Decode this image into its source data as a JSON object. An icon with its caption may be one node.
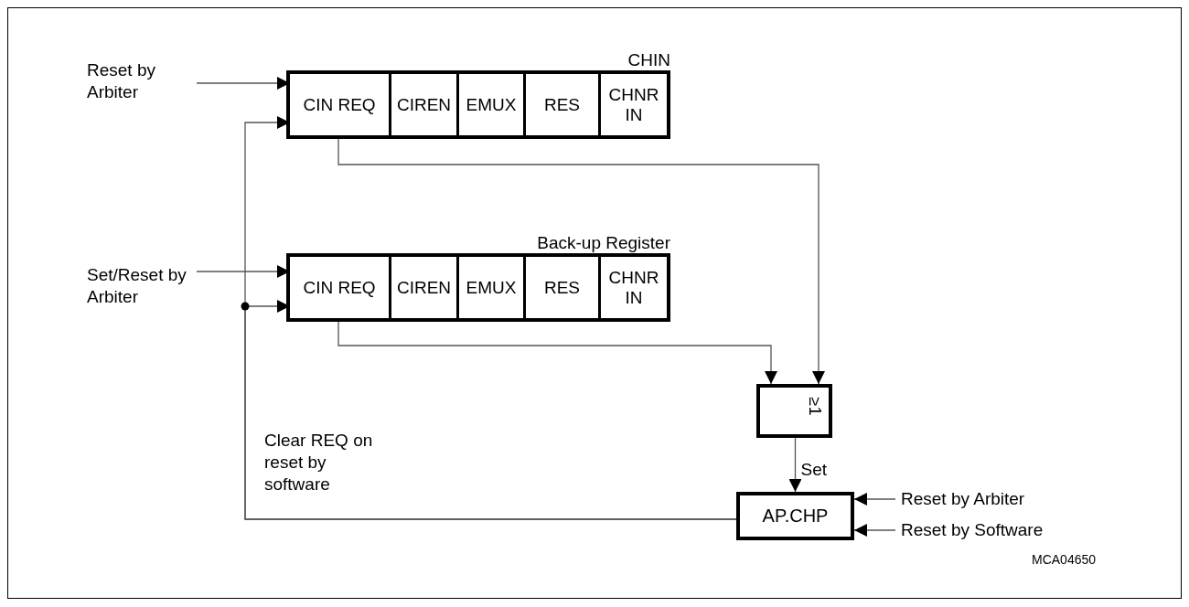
{
  "diagram": {
    "nodes": [
      {
        "text": [
          "CHIN"
        ]
      },
      {
        "text": [
          "CIN REQ"
        ],
        "in": 0
      },
      {
        "text": [
          "CIREN"
        ],
        "in": 0
      },
      {
        "text": [
          "EMUX"
        ],
        "in": 0
      },
      {
        "text": [
          "RES"
        ],
        "in": 0
      },
      {
        "text": [
          "CHNR IN"
        ],
        "in": 0
      },
      {
        "text": [
          "Back-up Register"
        ]
      },
      {
        "text": [
          "CIN REQ"
        ],
        "in": 6
      },
      {
        "text": [
          "CIREN"
        ],
        "in": 6
      },
      {
        "text": [
          "EMUX"
        ],
        "in": 6
      },
      {
        "text": [
          "RES"
        ],
        "in": 6
      },
      {
        "text": [
          "CHNR IN"
        ],
        "in": 6
      },
      {
        "text": [
          "Reset by Arbiter"
        ]
      },
      {
        "text": [
          "Set/Reset by Arbiter"
        ]
      },
      {
        "text": [
          "≥1"
        ]
      },
      {
        "text": [
          "AP.CHP"
        ]
      },
      {
        "text": [
          "Reset by Arbiter"
        ]
      },
      {
        "text": [
          "Reset by Software"
        ]
      }
    ],
    "edges": [
      {
        "from": 12,
        "to": 1,
        "arrow": "to"
      },
      {
        "from": 15,
        "to": 1,
        "arrow": "to"
      },
      {
        "from": 1,
        "to": 14,
        "arrow": "to"
      },
      {
        "from": 13,
        "to": 7,
        "arrow": "to"
      },
      {
        "from": 15,
        "to": 7,
        "arrow": "to"
      },
      {
        "from": 7,
        "to": 14,
        "arrow": "to"
      },
      {
        "from": 14,
        "to": 15,
        "arrow": "to",
        "label": "Set"
      },
      {
        "from": 16,
        "to": 15,
        "arrow": "to"
      },
      {
        "from": 17,
        "to": 15,
        "arrow": "to"
      }
    ],
    "labels": [
      "Clear REQ on reset by software",
      "MCA04650"
    ]
  }
}
